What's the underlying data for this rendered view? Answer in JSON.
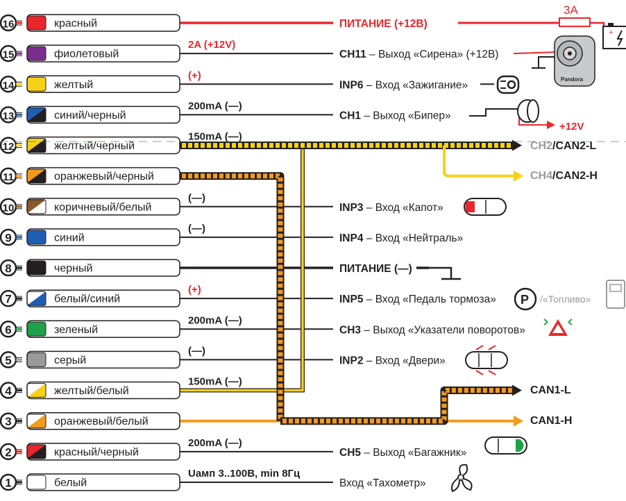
{
  "wires": [
    {
      "num": "16",
      "color": "красный",
      "c1": "#e8262c",
      "c2": "#e8262c",
      "line": "#e8262c",
      "wire_label": "",
      "func_bold": "ПИТАНИЕ (+12В)",
      "func_text": "",
      "func_color": "#e8262c"
    },
    {
      "num": "15",
      "color": "фиолетовый",
      "c1": "#7b2c8f",
      "c2": "#7b2c8f",
      "line": "#231f20",
      "wire_label": "2A (+12V)",
      "wire_label_color": "#e8262c",
      "func_bold": "CH11",
      "func_text": " – Выход «Сирена» (+12В)",
      "func_color": "#231f20"
    },
    {
      "num": "14",
      "color": "желтый",
      "c1": "#f7d117",
      "c2": "#f7d117",
      "line": "#231f20",
      "wire_label": "(+)",
      "wire_label_color": "#e8262c",
      "func_bold": "INP6",
      "func_text": " – Вход «Зажигание»",
      "func_color": "#231f20"
    },
    {
      "num": "13",
      "color": "синий/черный",
      "c1": "#1e5fb4",
      "c2": "#231f20",
      "line": "#231f20",
      "wire_label": "200mA (—)",
      "wire_label_color": "#231f20",
      "func_bold": "CH1",
      "func_text": " – Выход «Бипер»",
      "func_color": "#231f20"
    },
    {
      "num": "12",
      "color": "желтый/черный",
      "c1": "#f7d117",
      "c2": "#231f20",
      "line": "#f7d117",
      "wire_label": "150mA (—)",
      "wire_label_color": "#231f20",
      "func_bold": "",
      "func_text": "",
      "func_color": "#231f20"
    },
    {
      "num": "11",
      "color": "оранжевый/черный",
      "c1": "#f39a1e",
      "c2": "#231f20",
      "line": "#f39a1e",
      "wire_label": "",
      "func_bold": "",
      "func_text": "",
      "func_color": "#231f20"
    },
    {
      "num": "10",
      "color": "коричневый/белый",
      "c1": "#8a5a2b",
      "c2": "#ffffff",
      "line": "#231f20",
      "wire_label": "(—)",
      "wire_label_color": "#231f20",
      "func_bold": "INP3",
      "func_text": " – Вход «Капот»",
      "func_color": "#231f20"
    },
    {
      "num": "9",
      "color": "синий",
      "c1": "#1e5fb4",
      "c2": "#1e5fb4",
      "line": "#231f20",
      "wire_label": "(—)",
      "wire_label_color": "#231f20",
      "func_bold": "INP4",
      "func_text": " – Вход «Нейтраль»",
      "func_color": "#231f20"
    },
    {
      "num": "8",
      "color": "черный",
      "c1": "#231f20",
      "c2": "#231f20",
      "line": "#231f20",
      "wire_label": "",
      "func_bold": "ПИТАНИЕ (—)",
      "func_text": "",
      "func_color": "#231f20"
    },
    {
      "num": "7",
      "color": "белый/синий",
      "c1": "#ffffff",
      "c2": "#1e5fb4",
      "line": "#231f20",
      "wire_label": "(+)",
      "wire_label_color": "#e8262c",
      "func_bold": "INP5",
      "func_text": " – Вход «Педаль тормоза»",
      "func_color": "#231f20"
    },
    {
      "num": "6",
      "color": "зеленый",
      "c1": "#1ea14a",
      "c2": "#1ea14a",
      "line": "#231f20",
      "wire_label": "200mA (—)",
      "wire_label_color": "#231f20",
      "func_bold": "CH3",
      "func_text": " – Выход «Указатели поворотов»",
      "func_color": "#231f20"
    },
    {
      "num": "5",
      "color": "серый",
      "c1": "#9a9a9a",
      "c2": "#9a9a9a",
      "line": "#231f20",
      "wire_label": "(—)",
      "wire_label_color": "#231f20",
      "func_bold": "INP2",
      "func_text": " – Вход «Двери»",
      "func_color": "#231f20"
    },
    {
      "num": "4",
      "color": "желтый/белый",
      "c1": "#ffffff",
      "c2": "#f7d117",
      "line": "#f7d117",
      "wire_label": "150mA (—)",
      "wire_label_color": "#231f20",
      "func_bold": "",
      "func_text": "",
      "func_color": "#231f20"
    },
    {
      "num": "3",
      "color": "оранжевый/белый",
      "c1": "#ffffff",
      "c2": "#f39a1e",
      "line": "#f39a1e",
      "wire_label": "",
      "func_bold": "",
      "func_text": "",
      "func_color": "#231f20"
    },
    {
      "num": "2",
      "color": "красный/черный",
      "c1": "#e8262c",
      "c2": "#231f20",
      "line": "#231f20",
      "wire_label": "200mA (—)",
      "wire_label_color": "#231f20",
      "func_bold": "CH5",
      "func_text": " – Выход «Багажник»",
      "func_color": "#231f20"
    },
    {
      "num": "1",
      "color": "белый",
      "c1": "#ffffff",
      "c2": "#ffffff",
      "line": "#231f20",
      "wire_label": "Uамп 3..100В, min 8Гц",
      "wire_label_color": "#231f20",
      "func_bold": "",
      "func_text": "Вход «Тахометр»",
      "func_color": "#231f20"
    }
  ],
  "extras": {
    "fuse_label": "3A",
    "plus12v": "+12V",
    "siren_brand": "Pandora",
    "fuel_text": "/«Топливо»",
    "can2l_a": "CH2",
    "can2l_b": "/CAN2-L",
    "can2h_a": "CH4",
    "can2h_b": "/CAN2-H",
    "can1l": "CAN1-L",
    "can1h": "CAN1-H"
  },
  "colors": {
    "red": "#e8262c",
    "yellow": "#f7d117",
    "orange": "#f39a1e",
    "black": "#231f20",
    "grey": "#9a9a9a",
    "green": "#1ea14a"
  }
}
